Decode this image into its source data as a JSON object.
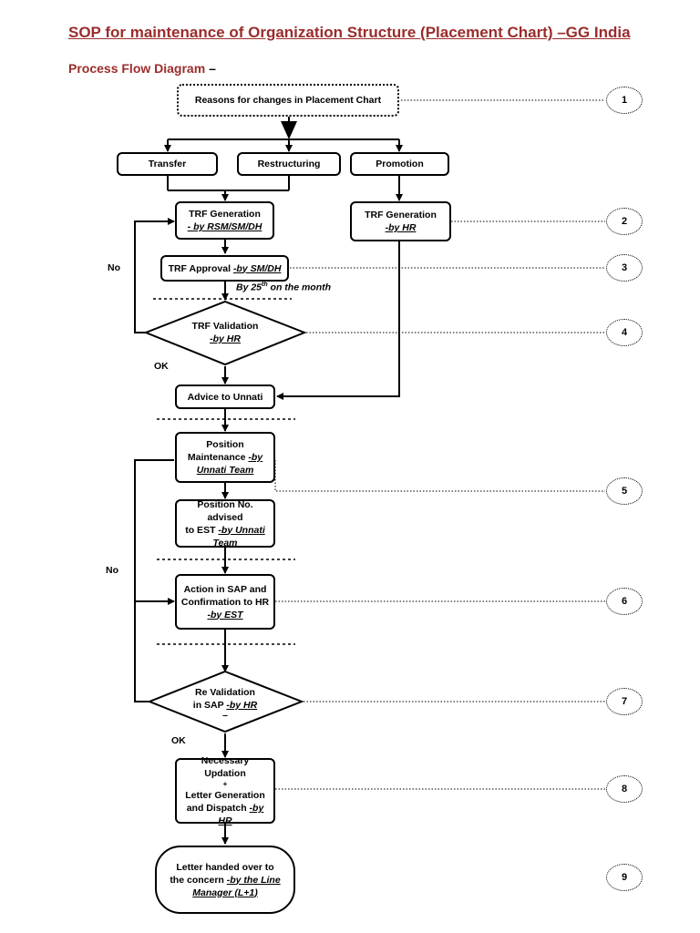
{
  "title": "SOP for maintenance of Organization Structure (Placement Chart) –GG India",
  "subtitle": "Process Flow Diagram",
  "subtitle_dash": "–",
  "nodes": {
    "reasons": "Reasons for changes in Placement Chart",
    "transfer": "Transfer",
    "restructuring": "Restructuring",
    "promotion": "Promotion",
    "trf_gen_left": {
      "line1": "TRF Generation",
      "line2": "- by RSM/SM/DH"
    },
    "trf_gen_right": {
      "line1": "TRF Generation",
      "line2": "-by HR"
    },
    "trf_approval": {
      "text": "TRF Approval ",
      "by": "-by SM/DH"
    },
    "by_25": {
      "pre": "By 25",
      "sup": "th",
      "post": " on the month"
    },
    "trf_validation": {
      "line1": "TRF Validation",
      "line2": "-by HR"
    },
    "advice": "Advice to Unnati",
    "position_maint": {
      "line1": "Position",
      "line2": "Maintenance ",
      "by1": "-by",
      "by2": "Unnati Team"
    },
    "position_no": {
      "line1": "Position No. advised",
      "line2": "to EST ",
      "by1": "-by Unnati",
      "by2": "Team"
    },
    "action_sap": {
      "line1": "Action in SAP and",
      "line2": "Confirmation to HR",
      "by": "-by EST"
    },
    "revalidation": {
      "line1": "Re Validation",
      "line2": "in SAP ",
      "by": "-by HR",
      "line3": "–"
    },
    "updation": {
      "line1": "Necessary Updation",
      "line2": "+",
      "line3": "Letter Generation",
      "line4": "and Dispatch ",
      "by": "-by HR"
    },
    "letter": {
      "line1": "Letter handed over to",
      "line2": "the concern ",
      "by1": "-by the Line",
      "by2": "Manager (L+1)"
    }
  },
  "labels": {
    "no_1": "No",
    "ok_1": "OK",
    "no_2": "No",
    "ok_2": "OK"
  },
  "steps": [
    "1",
    "2",
    "3",
    "4",
    "5",
    "6",
    "7",
    "8",
    "9"
  ]
}
